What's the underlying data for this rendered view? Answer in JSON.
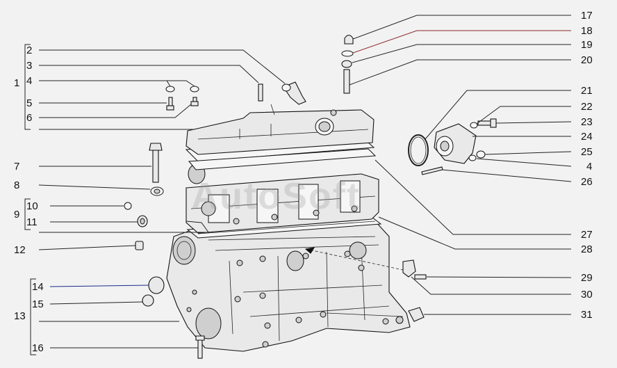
{
  "watermark": "AutoSoft",
  "labels": {
    "l1": "1",
    "l2": "2",
    "l3": "3",
    "l4": "4",
    "l5": "5",
    "l6": "6",
    "l7": "7",
    "l8": "8",
    "l9": "9",
    "l10": "10",
    "l11": "11",
    "l12": "12",
    "l13": "13",
    "l14": "14",
    "l15": "15",
    "l16": "16",
    "l17": "17",
    "l18": "18",
    "l19": "19",
    "l20": "20",
    "l21": "21",
    "l22": "22",
    "l23": "23",
    "l24": "24",
    "l25": "25",
    "l4r": "4",
    "l26": "26",
    "l27": "27",
    "l28": "28",
    "l29": "29",
    "l30": "30",
    "l31": "31"
  }
}
